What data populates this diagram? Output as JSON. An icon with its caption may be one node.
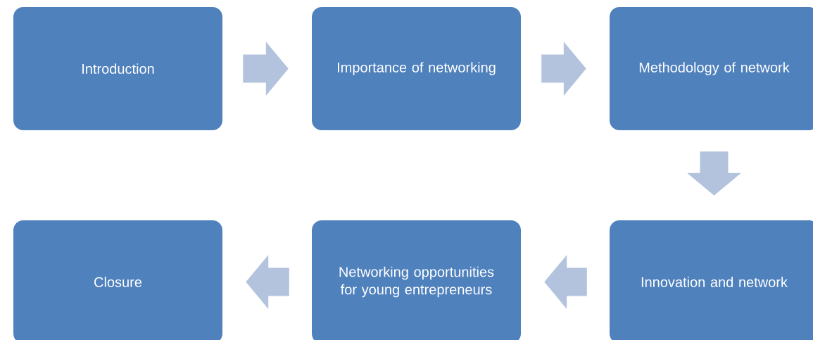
{
  "diagram": {
    "nodes": [
      {
        "text": [
          "Introduction"
        ]
      },
      {
        "text": [
          "Importance of networking"
        ]
      },
      {
        "text": [
          "Methodology of network"
        ]
      },
      {
        "text": [
          "Innovation and network"
        ]
      },
      {
        "text": [
          "Networking opportunities for young entrepreneurs"
        ]
      },
      {
        "text": [
          "Closure"
        ]
      }
    ],
    "edges": [
      {
        "from": 0,
        "to": 1,
        "arrow": "to"
      },
      {
        "from": 1,
        "to": 2,
        "arrow": "to"
      },
      {
        "from": 2,
        "to": 3,
        "arrow": "to"
      },
      {
        "from": 3,
        "to": 4,
        "arrow": "to"
      },
      {
        "from": 4,
        "to": 5,
        "arrow": "to"
      }
    ]
  }
}
